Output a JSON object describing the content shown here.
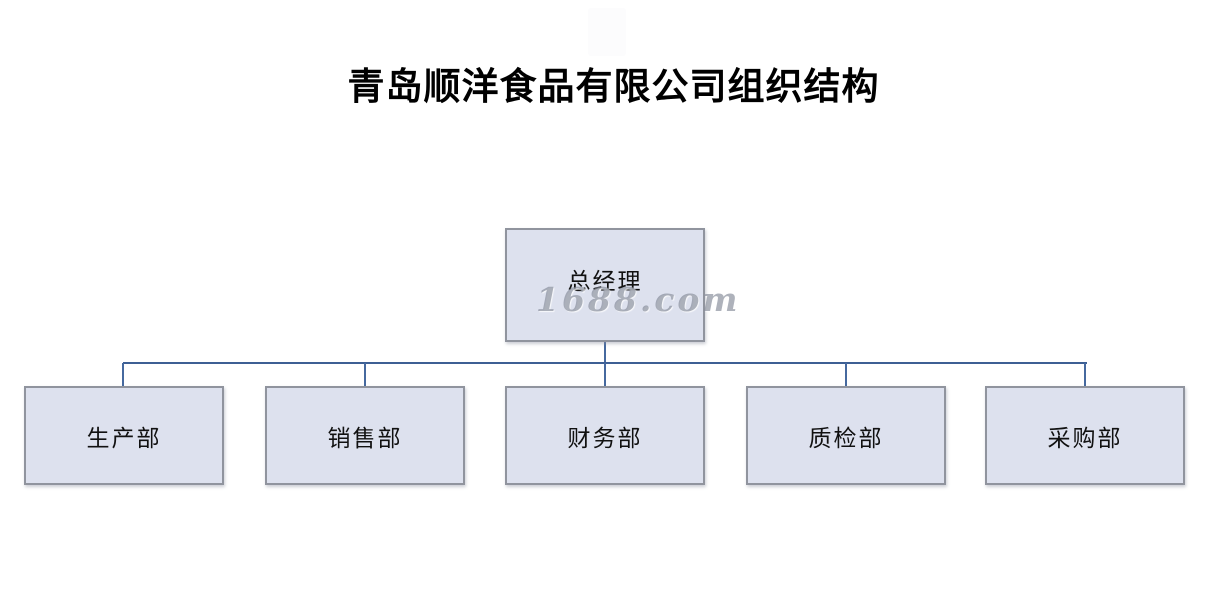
{
  "page": {
    "title": "青岛顺洋食品有限公司组织结构"
  },
  "watermark": {
    "text": "1688.com"
  },
  "org_chart": {
    "type": "org-chart",
    "root": {
      "label": "总经理"
    },
    "departments": [
      {
        "label": "生产部"
      },
      {
        "label": "销售部"
      },
      {
        "label": "财务部"
      },
      {
        "label": "质检部"
      },
      {
        "label": "采购部"
      }
    ]
  },
  "colors": {
    "box_fill": "#dde1ee",
    "box_border": "#90949e",
    "connector": "#46699f",
    "title_text": "#000000",
    "node_text": "#111111",
    "watermark_text": "#7d8291"
  }
}
